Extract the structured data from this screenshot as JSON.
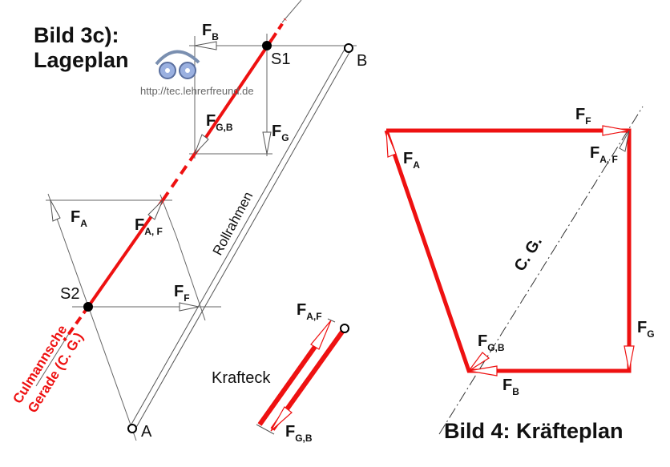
{
  "lageplan": {
    "title_line1": "Bild 3c):",
    "title_line2": "Lageplan",
    "watermark": "http://tec.lehrerfreund.de",
    "points": {
      "s1": "S1",
      "s2": "S2",
      "a": "A",
      "b": "B"
    },
    "frame_label": "Rollrahmen",
    "culmann_line1": "Culmannsche",
    "culmann_line2": "Gerade (C. G.)",
    "forces": {
      "fb": {
        "main": "F",
        "sub": "B"
      },
      "fg": {
        "main": "F",
        "sub": "G"
      },
      "fgb": {
        "main": "F",
        "sub": "G,B"
      },
      "fa": {
        "main": "F",
        "sub": "A"
      },
      "faf": {
        "main": "F",
        "sub": "A, F"
      },
      "ff": {
        "main": "F",
        "sub": "F"
      }
    }
  },
  "krafteck": {
    "label": "Krafteck",
    "faf": {
      "main": "F",
      "sub": "A,F"
    },
    "fgb": {
      "main": "F",
      "sub": "G,B"
    }
  },
  "kraefteplan": {
    "title": "Bild 4: Kräfteplan",
    "cg_label": "C. G.",
    "forces": {
      "ff": {
        "main": "F",
        "sub": "F"
      },
      "fa": {
        "main": "F",
        "sub": "A"
      },
      "faf": {
        "main": "F",
        "sub": "A, F"
      },
      "fg": {
        "main": "F",
        "sub": "G"
      },
      "fgb": {
        "main": "F",
        "sub": "G,B"
      },
      "fb": {
        "main": "F",
        "sub": "B"
      }
    }
  },
  "colors": {
    "red": "#ee1111",
    "line": "#666666"
  }
}
